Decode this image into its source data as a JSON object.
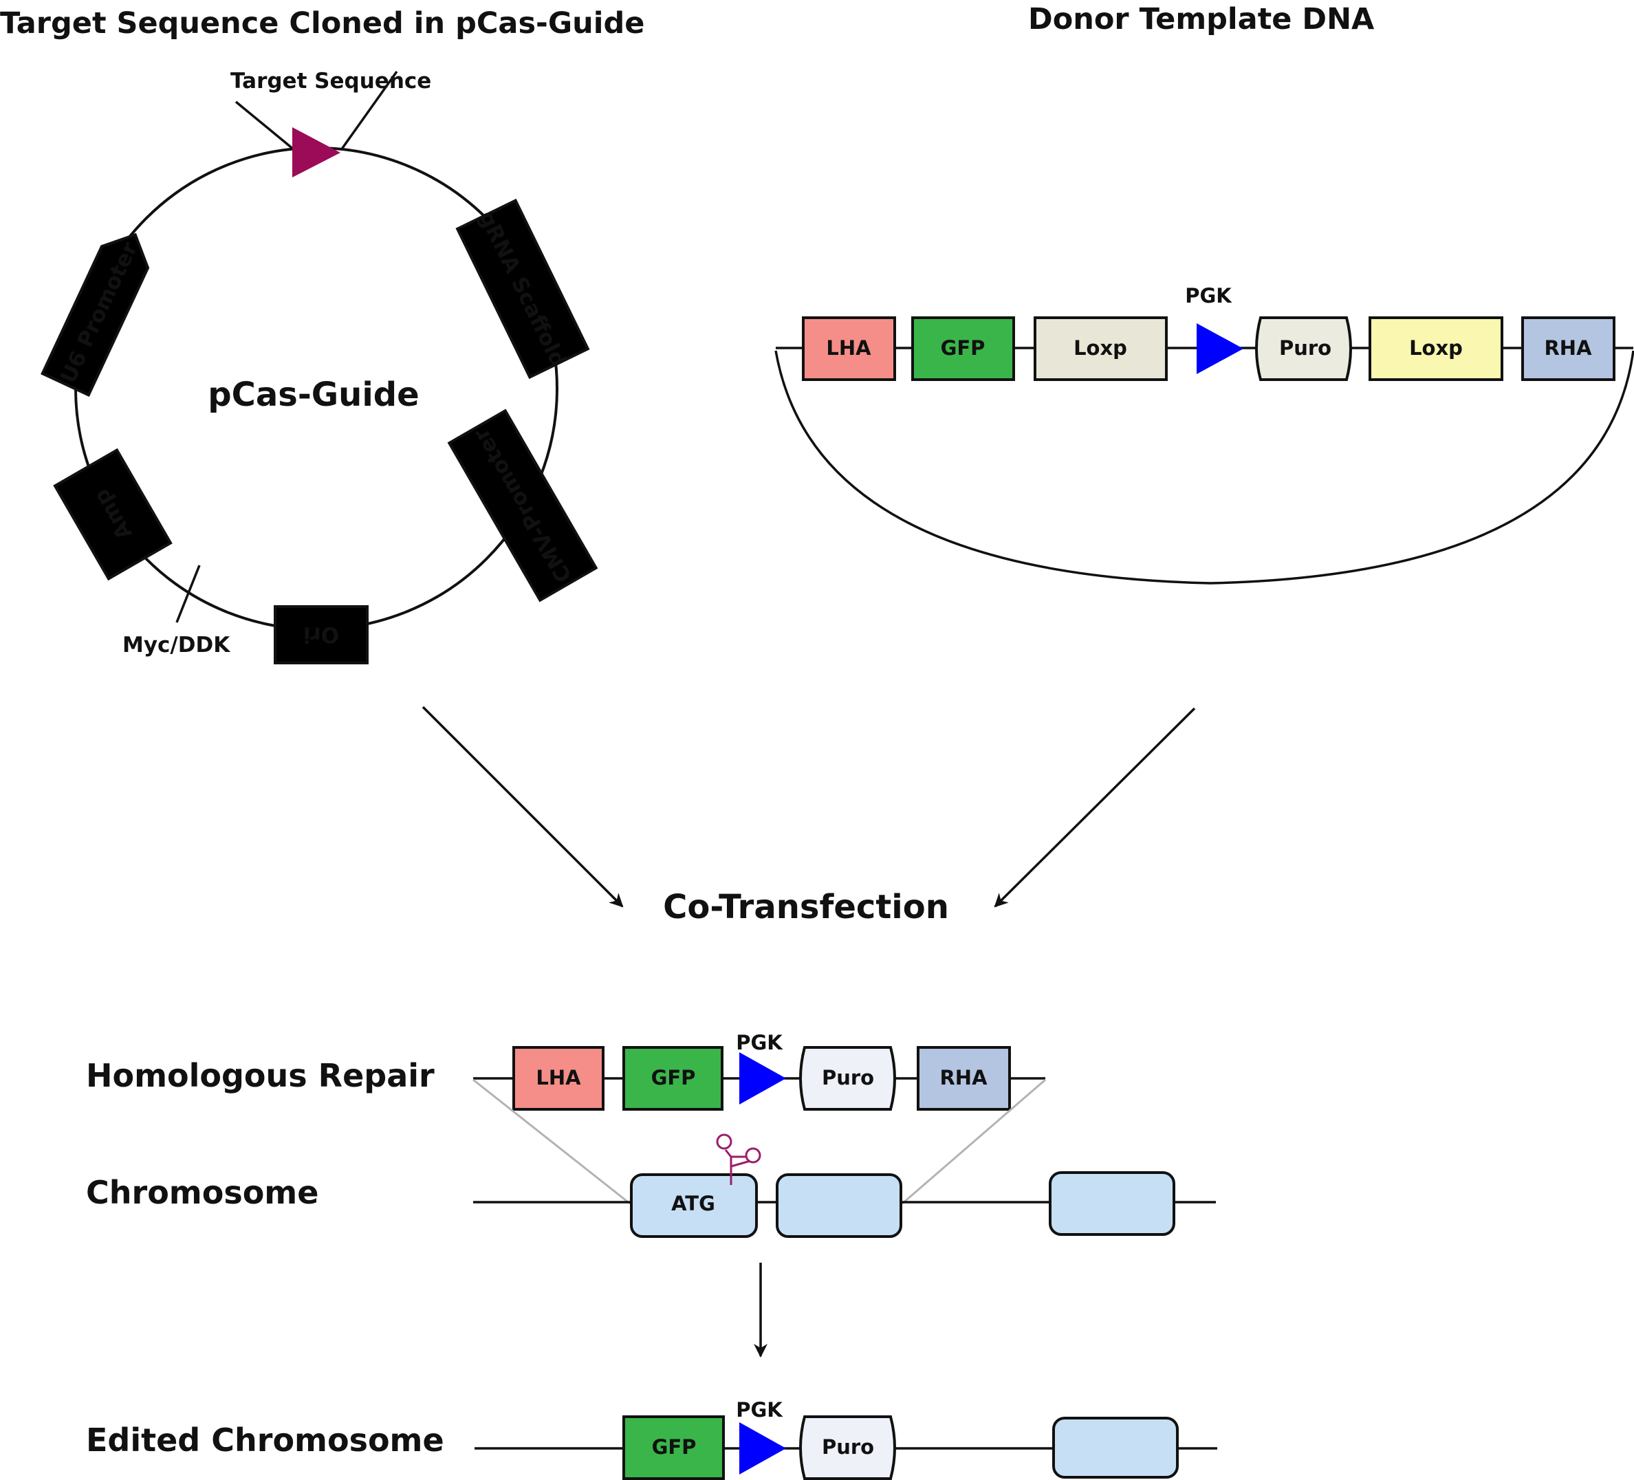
{
  "titles": {
    "plasmid_panel": "Target Sequence Cloned in pCas-Guide",
    "donor_panel": "Donor Template DNA",
    "cotransfection": "Co-Transfection"
  },
  "plasmid": {
    "name": "pCas-Guide",
    "target_label": "Target Sequence",
    "features": {
      "u6": "U6 Promoter",
      "grna": "gRNA Scaffold",
      "cmv": "CMV-Promoter",
      "ori": "Ori",
      "amp": "Amp",
      "myc": "Myc/DDK"
    }
  },
  "donor": {
    "pgk": "PGK",
    "segments": [
      "LHA",
      "GFP",
      "Loxp",
      "Puro",
      "Loxp",
      "RHA"
    ]
  },
  "rows": {
    "homologous": "Homologous Repair",
    "chromosome": "Chromosome",
    "edited": "Edited Chromosome"
  },
  "repair": {
    "pgk": "PGK",
    "segments": [
      "LHA",
      "GFP",
      "Puro",
      "RHA"
    ]
  },
  "chromosome": {
    "exon1": "ATG"
  },
  "edited": {
    "pgk": "PGK",
    "segments": [
      "GFP",
      "Puro"
    ]
  },
  "colors": {
    "target": "#9c0b57",
    "u6": "#f8c77b",
    "grna": "#f6bff0",
    "cmv": "#f7cacb",
    "ori": "#f9f7b0",
    "amp": "#a4f3f1",
    "lha": "#f58e88",
    "gfp": "#3ab54a",
    "loxp_gray": "#e8e6d6",
    "loxp_yellow": "#f9f7b0",
    "puro": "#ebebe0",
    "puro_light": "#eef1f8",
    "rha": "#b4c5e2",
    "pgk": "#0000ff",
    "exon": "#c6dff5",
    "scissors": "#9c1d6b"
  }
}
